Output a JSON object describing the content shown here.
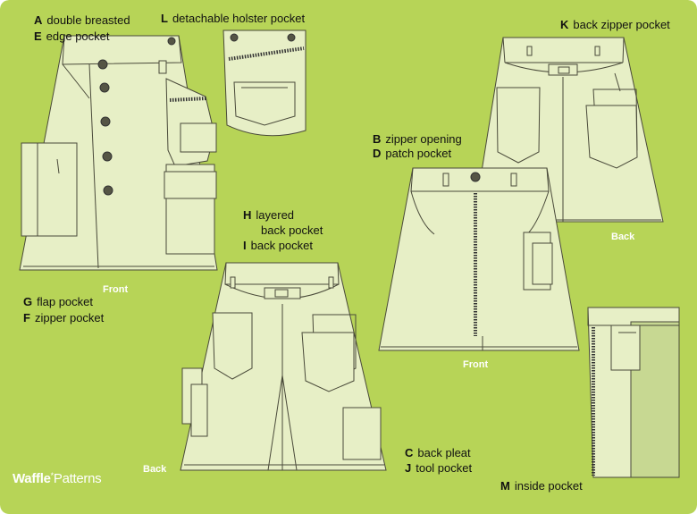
{
  "colors": {
    "background": "#b7d457",
    "garment_fill": "#e7efc6",
    "garment_stroke": "#4a4a3a",
    "lining_fill": "#c7d892",
    "caption": "#ffffff"
  },
  "labels": {
    "A": {
      "letter": "A",
      "text": "double breasted"
    },
    "E": {
      "letter": "E",
      "text": "edge pocket"
    },
    "L": {
      "letter": "L",
      "text": "detachable holster pocket"
    },
    "K": {
      "letter": "K",
      "text": "back zipper pocket"
    },
    "B": {
      "letter": "B",
      "text": "zipper opening"
    },
    "D": {
      "letter": "D",
      "text": "patch pocket"
    },
    "H": {
      "letter": "H",
      "text": "layered",
      "text2": "back pocket"
    },
    "I": {
      "letter": "I",
      "text": "back pocket"
    },
    "G": {
      "letter": "G",
      "text": "flap pocket"
    },
    "F": {
      "letter": "F",
      "text": "zipper pocket"
    },
    "C": {
      "letter": "C",
      "text": "back pleat"
    },
    "J": {
      "letter": "J",
      "text": "tool pocket"
    },
    "M": {
      "letter": "M",
      "text": "inside pocket"
    }
  },
  "captions": {
    "front_left": "Front",
    "back_top_right": "Back",
    "front_center": "Front",
    "back_bottom_left": "Back"
  },
  "logo": {
    "part1": "Waffle",
    "part2": "Patterns"
  }
}
